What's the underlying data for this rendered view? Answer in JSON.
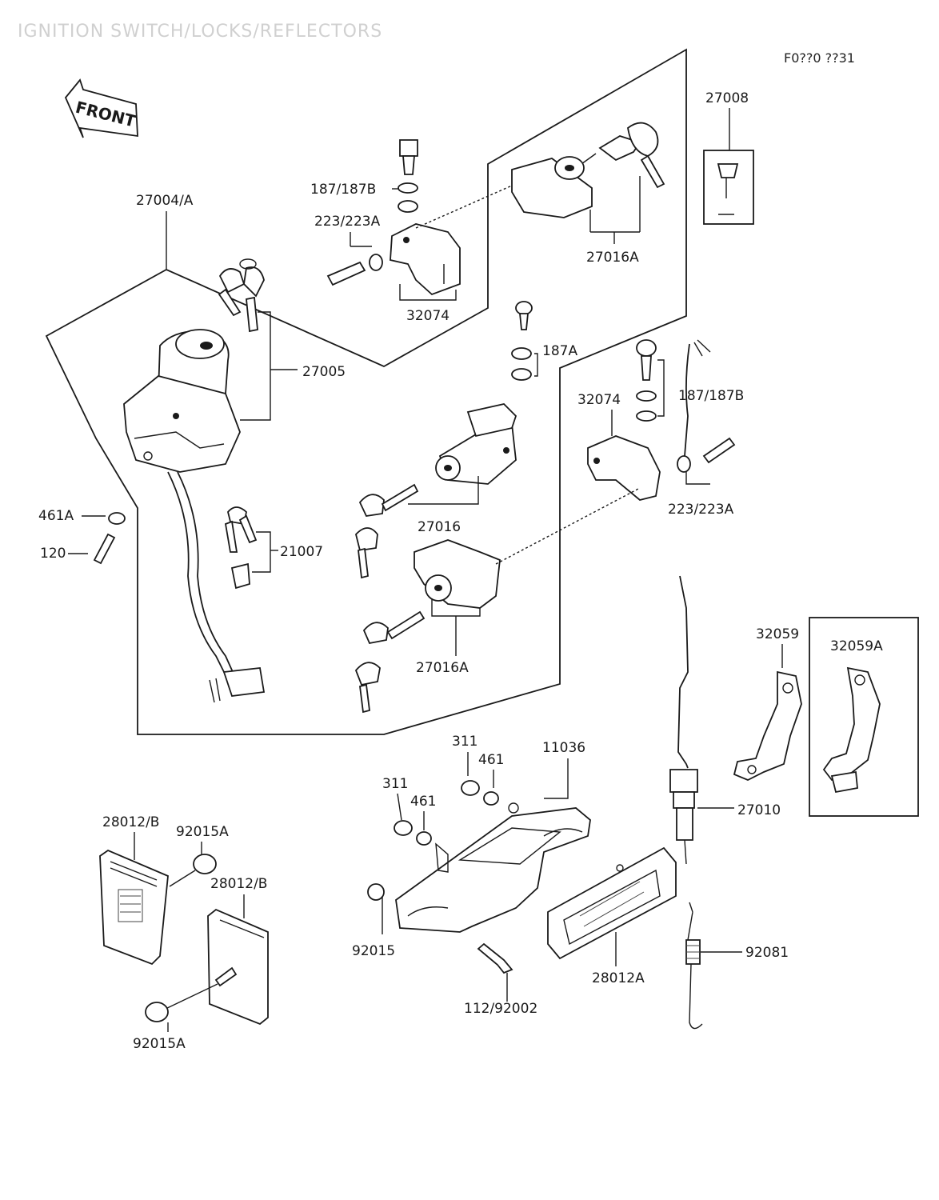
{
  "title": "IGNITION SWITCH/LOCKS/REFLECTORS",
  "figure_code": "F0??0 ??31",
  "front_label": "FRONT",
  "parts": {
    "p27008": "27008",
    "p187_187B_top": "187/187B",
    "p223_223A_top": "223/223A",
    "p27004A": "27004/A",
    "p27016A_top": "27016A",
    "p32074_top": "32074",
    "p187A": "187A",
    "p27005": "27005",
    "p32074_right": "32074",
    "p187_187B_right": "187/187B",
    "p461A": "461A",
    "p120": "120",
    "p21007": "21007",
    "p27016": "27016",
    "p223_223A_right": "223/223A",
    "p32059": "32059",
    "p32059A": "32059A",
    "p27016A_bottom": "27016A",
    "p311_a": "311",
    "p461_a": "461",
    "p11036": "11036",
    "p311_b": "311",
    "p461_b": "461",
    "p28012B_left": "28012/B",
    "p92015A_top": "92015A",
    "p27010": "27010",
    "p28012B_right": "28012/B",
    "p92015": "92015",
    "p28012A": "28012A",
    "p92081": "92081",
    "p112_92002": "112/92002",
    "p92015A_bottom": "92015A"
  }
}
